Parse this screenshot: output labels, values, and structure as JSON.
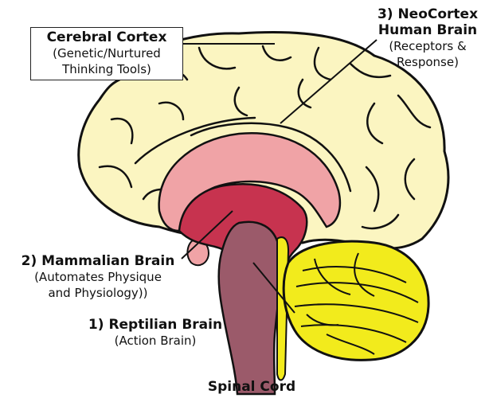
{
  "labels": {
    "cerebral_cortex": {
      "title": "Cerebral Cortex",
      "line1": "(Genetic/Nurtured",
      "line2": "Thinking Tools)"
    },
    "neocortex": {
      "title1": "3) NeoCortex",
      "title2": "Human Brain",
      "line1": "(Receptors &",
      "line2": "Response)"
    },
    "mammalian": {
      "title": "2) Mammalian Brain",
      "line1": "(Automates Physique",
      "line2": "and Physiology))"
    },
    "reptilian": {
      "title": "1) Reptilian Brain",
      "line1": "(Action Brain)"
    },
    "spinal_cord": {
      "title": "Spinal Cord"
    }
  },
  "colors": {
    "cortex": "#fbf5c1",
    "inner_pink": "#f0a3a6",
    "mammalian": "#c7334f",
    "brainstem": "#9b5a6a",
    "cerebellum": "#f2eb1c",
    "outline": "#111111"
  }
}
